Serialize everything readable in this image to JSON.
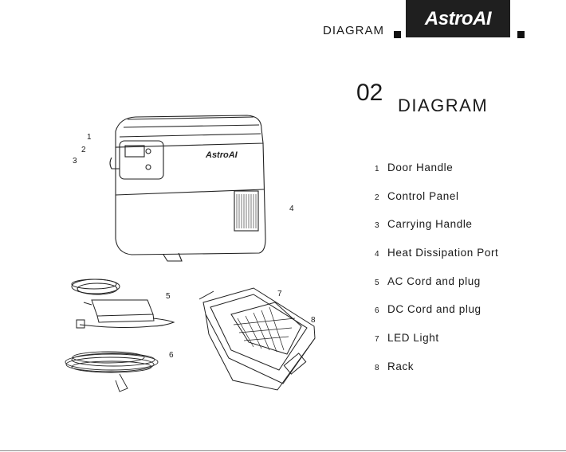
{
  "header": {
    "section_label": "DIAGRAM",
    "logo_text": "AstroAI"
  },
  "title": {
    "number": "02",
    "label": "DIAGRAM"
  },
  "callouts": [
    "1",
    "2",
    "3",
    "4",
    "5",
    "6",
    "7",
    "8"
  ],
  "device_logo": "AstroAI",
  "parts": [
    {
      "num": "1",
      "label": "Door Handle"
    },
    {
      "num": "2",
      "label": "Control Panel"
    },
    {
      "num": "3",
      "label": "Carrying Handle"
    },
    {
      "num": "4",
      "label": "Heat Dissipation Port"
    },
    {
      "num": "5",
      "label": "AC Cord and plug"
    },
    {
      "num": "6",
      "label": "DC Cord and plug"
    },
    {
      "num": "7",
      "label": "LED Light"
    },
    {
      "num": "8",
      "label": "Rack"
    }
  ]
}
